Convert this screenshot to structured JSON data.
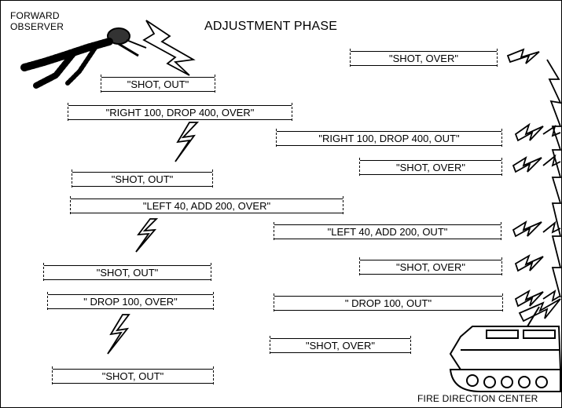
{
  "title": "ADJUSTMENT PHASE",
  "forward_observer_label": [
    "FORWARD",
    "OBSERVER"
  ],
  "fdc_label": "FIRE DIRECTION CENTER",
  "observer_messages": [
    "\"SHOT, OUT\"",
    "\"RIGHT 100, DROP 400, OVER\"",
    "\"SHOT, OUT\"",
    "\"LEFT 40, ADD 200, OVER\"",
    "\"SHOT, OUT\"",
    "\" DROP 100, OVER\"",
    "\"SHOT, OUT\""
  ],
  "fdc_messages": [
    "\"SHOT, OVER\"",
    "\"RIGHT 100, DROP 400, OUT\"",
    "\"SHOT, OVER\"",
    "\"LEFT 40, ADD 200, OUT\"",
    "\"SHOT, OVER\"",
    "\" DROP 100, OUT\"",
    "\"SHOT, OVER\""
  ],
  "icons": [
    "soldier-icon",
    "tracked-vehicle-icon",
    "radio-signal-icon"
  ],
  "colors": {
    "ink": "#000000",
    "paper": "#ffffff"
  }
}
